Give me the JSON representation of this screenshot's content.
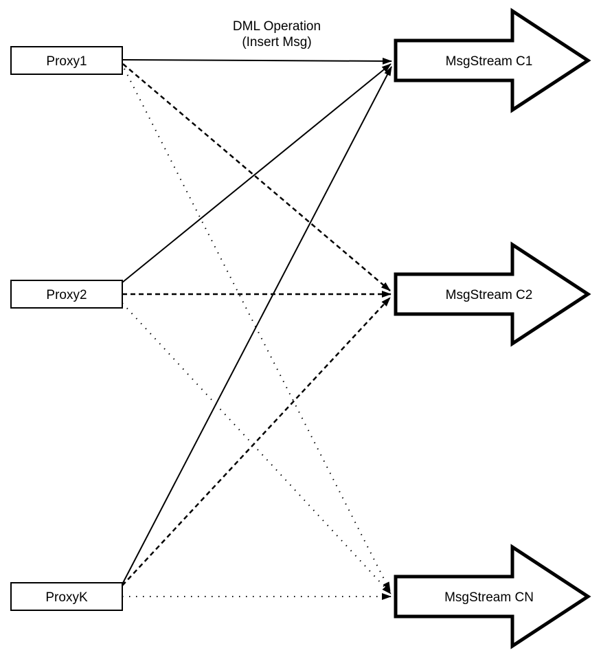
{
  "diagram": {
    "edge_label": {
      "line1": "DML Operation",
      "line2": "(Insert Msg)"
    },
    "proxies": [
      {
        "label": "Proxy1"
      },
      {
        "label": "Proxy2"
      },
      {
        "label": "ProxyK"
      }
    ],
    "streams": [
      {
        "label": "MsgStream C1"
      },
      {
        "label": "MsgStream C2"
      },
      {
        "label": "MsgStream CN"
      }
    ],
    "connections": [
      {
        "from": "Proxy1",
        "to": "MsgStream C1",
        "line_style": "solid",
        "label": "DML Operation (Insert Msg)"
      },
      {
        "from": "Proxy2",
        "to": "MsgStream C1",
        "line_style": "solid"
      },
      {
        "from": "ProxyK",
        "to": "MsgStream C1",
        "line_style": "solid"
      },
      {
        "from": "Proxy1",
        "to": "MsgStream C2",
        "line_style": "dashed"
      },
      {
        "from": "Proxy2",
        "to": "MsgStream C2",
        "line_style": "dashed"
      },
      {
        "from": "ProxyK",
        "to": "MsgStream C2",
        "line_style": "dashed"
      },
      {
        "from": "Proxy1",
        "to": "MsgStream CN",
        "line_style": "dotted"
      },
      {
        "from": "Proxy2",
        "to": "MsgStream CN",
        "line_style": "dotted"
      },
      {
        "from": "ProxyK",
        "to": "MsgStream CN",
        "line_style": "dotted"
      }
    ],
    "colors": {
      "stroke": "#000000",
      "fill": "#ffffff",
      "background": "#ffffff"
    }
  }
}
